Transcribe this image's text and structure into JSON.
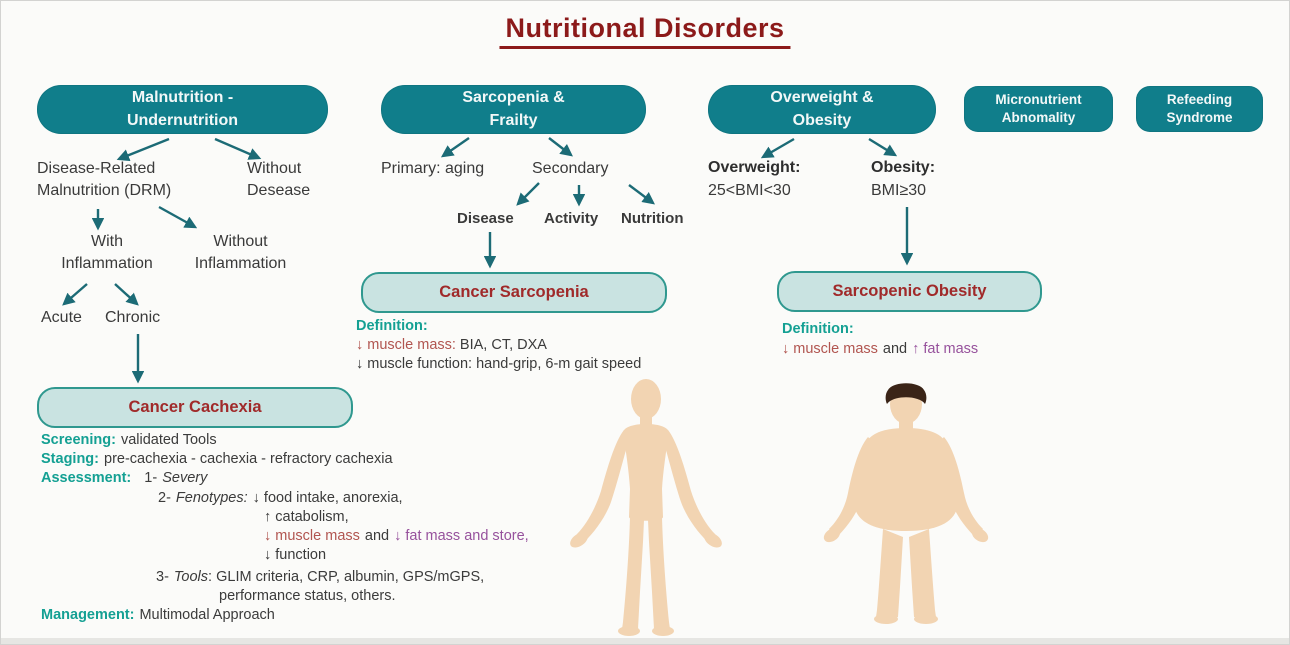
{
  "title": "Nutritional Disorders",
  "headers": {
    "malnutrition": "Malnutrition -\nUndernutrition",
    "sarcopenia": "Sarcopenia &\nFrailty",
    "overweight": "Overweight &\nObesity",
    "micronutrient": "Micronutrient\nAbnomality",
    "refeeding": "Refeeding\nSyndrome"
  },
  "malnutrition": {
    "drm": "Disease-Related\nMalnutrition (DRM)",
    "without_disease": "Without\nDesease",
    "with_inflammation": "With\nInflammation",
    "without_inflammation": "Without\nInflammation",
    "acute": "Acute",
    "chronic": "Chronic",
    "box": "Cancer Cachexia",
    "screening_label": "Screening:",
    "screening": "validated Tools",
    "staging_label": "Staging:",
    "staging": "pre-cachexia - cachexia - refractory cachexia",
    "assessment_label": "Assessment:",
    "item1_num": "1-",
    "item1": "Severy",
    "item2_num": "2-",
    "item2_label": "Fenotypes:",
    "item2_a": "↓ food intake, anorexia,",
    "item2_b": "↑ catabolism,",
    "item2_c1": "↓ muscle mass",
    "item2_c2": "and",
    "item2_c3": "↓ fat mass and store,",
    "item2_d": "↓ function",
    "item3_num": "3-",
    "item3_label": "Tools",
    "item3_a": ": GLIM criteria, CRP, albumin, GPS/mGPS,",
    "item3_b": "performance status, others.",
    "management_label": "Management:",
    "management": "Multimodal Approach"
  },
  "sarcopenia": {
    "primary": "Primary: aging",
    "secondary": "Secondary",
    "disease": "Disease",
    "activity": "Activity",
    "nutrition": "Nutrition",
    "box": "Cancer Sarcopenia",
    "definition_label": "Definition:",
    "def1_red": "↓ muscle mass:",
    "def1_rest": "BIA, CT, DXA",
    "def2": "↓ muscle function: hand-grip, 6-m gait speed"
  },
  "overweight": {
    "overweight_label": "Overweight:",
    "overweight_value": "25<BMI<30",
    "obesity_label": "Obesity:",
    "obesity_value": "BMI≥30",
    "box": "Sarcopenic Obesity",
    "definition_label": "Definition:",
    "def_red": "↓ muscle mass",
    "def_mid": "and",
    "def_purple": "↑ fat mass"
  },
  "colors": {
    "header_teal": "#107e8b",
    "outline_box_fill": "#c9e3e1",
    "outline_box_border": "#2f988f",
    "title_red": "#8c1a1a",
    "box_text_red": "#a02a2a",
    "label_teal": "#14a093",
    "muscle_red": "#b15550",
    "fat_purple": "#96519c",
    "arrow_teal": "#1c6b76",
    "skin": "#f2d4b2",
    "hair_brown": "#3a2417"
  }
}
